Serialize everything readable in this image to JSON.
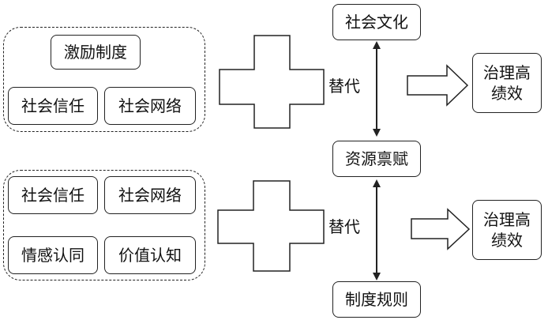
{
  "groups": {
    "top": {
      "incentive": "激励制度",
      "trust": "社会信任",
      "network": "社会网络"
    },
    "bottom": {
      "trust": "社会信任",
      "network": "社会网络",
      "identity": "情感认同",
      "values": "价值认知"
    }
  },
  "center": {
    "culture": "社会文化",
    "resources": "资源禀赋",
    "rules": "制度规则",
    "substitute_top": "替代",
    "substitute_bottom": "替代"
  },
  "outcomes": {
    "top": "治理高绩效",
    "bottom": "治理高绩效"
  }
}
